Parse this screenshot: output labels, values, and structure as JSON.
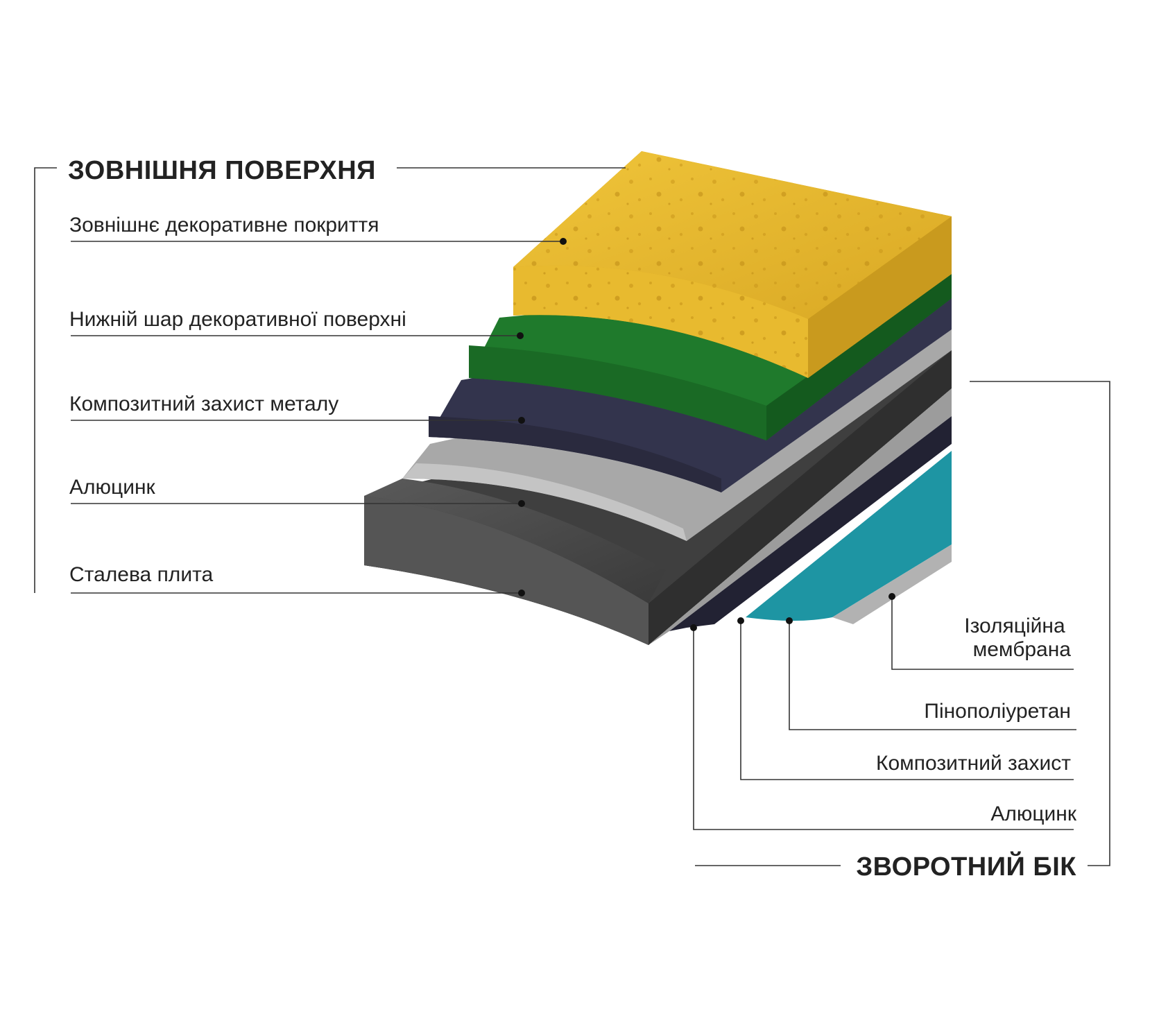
{
  "front": {
    "heading": "ЗОВНІШНЯ ПОВЕРХНЯ",
    "layers": [
      "Зовнішнє декоративне покриття",
      "Нижній шар декоративної поверхні",
      "Композитний захист металу",
      "Алюцинк",
      "Сталева плита"
    ]
  },
  "back": {
    "heading": "ЗВОРОТНИЙ БІК",
    "layers": [
      "Ізоляційна мембрана",
      "Пінополіуретан",
      "Композитний захист",
      "Алюцинк"
    ]
  },
  "colors": {
    "decorative_top": "#e3b52c",
    "decorative_bottom": "#1f7a2c",
    "composite_front": "#33344d",
    "aluzinc_front": "#a9a9a9",
    "steel_plate": "#4a4a4a",
    "polyurethane": "#1e95a3",
    "membrane": "#a5a5a5"
  }
}
